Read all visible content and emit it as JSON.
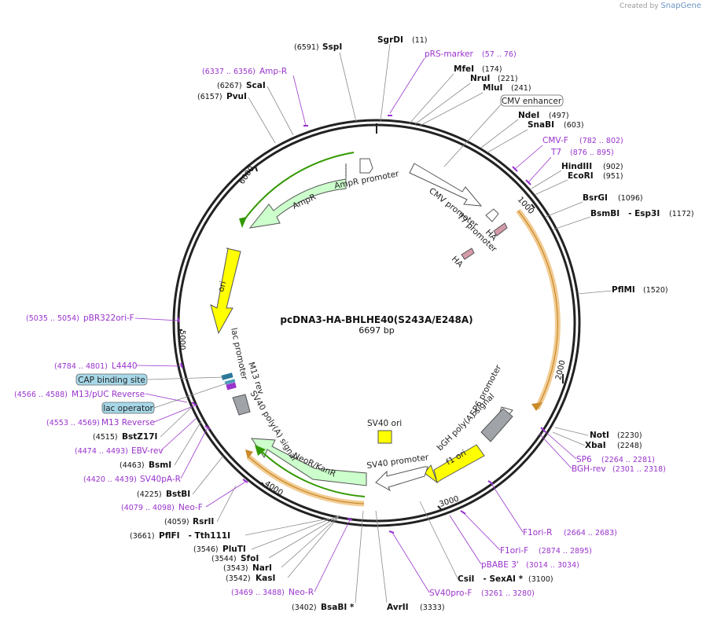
{
  "credit": {
    "prefix": "Created by",
    "brand": "SnapGene"
  },
  "plasmid": {
    "name": "pcDNA3-HA-BHLHE40(S243A/E248A)",
    "length_label": "6697 bp",
    "total_bp": 6697
  },
  "ticks": [
    {
      "bp": 1000,
      "label": "1000"
    },
    {
      "bp": 2000,
      "label": "2000"
    },
    {
      "bp": 3000,
      "label": "3000"
    },
    {
      "bp": 4000,
      "label": "4000"
    },
    {
      "bp": 5000,
      "label": "5000"
    },
    {
      "bp": 6000,
      "label": "6000"
    }
  ],
  "enzymes": [
    {
      "name": "SspI",
      "pos": "(6591)",
      "bp": 6591,
      "side": "left"
    },
    {
      "name": "SgrDI",
      "pos": "(11)",
      "bp": 11,
      "side": "right"
    },
    {
      "name": "MfeI",
      "pos": "(174)",
      "bp": 174,
      "side": "right"
    },
    {
      "name": "NruI",
      "pos": "(221)",
      "bp": 221,
      "side": "right"
    },
    {
      "name": "MluI",
      "pos": "(241)",
      "bp": 241,
      "side": "right"
    },
    {
      "name": "NdeI",
      "pos": "(497)",
      "bp": 497,
      "side": "right"
    },
    {
      "name": "SnaBI",
      "pos": "(603)",
      "bp": 603,
      "side": "right"
    },
    {
      "name": "HindIII",
      "pos": "(902)",
      "bp": 902,
      "side": "right"
    },
    {
      "name": "EcoRI",
      "pos": "(951)",
      "bp": 951,
      "side": "right"
    },
    {
      "name": "BsrGI",
      "pos": "(1096)",
      "bp": 1096,
      "side": "right"
    },
    {
      "name": "BsmBI   - Esp3I",
      "pos": "(1172)",
      "bp": 1172,
      "side": "right"
    },
    {
      "name": "PflMI",
      "pos": "(1520)",
      "bp": 1520,
      "side": "right"
    },
    {
      "name": "NotI",
      "pos": "(2230)",
      "bp": 2230,
      "side": "right"
    },
    {
      "name": "XbaI",
      "pos": "(2248)",
      "bp": 2248,
      "side": "right"
    },
    {
      "name": "CsiI   - SexAI *",
      "pos": "(3100)",
      "bp": 3100,
      "side": "right"
    },
    {
      "name": "AvrII",
      "pos": "(3333)",
      "bp": 3333,
      "side": "right"
    },
    {
      "name": "BsaBI *",
      "pos": "(3402)",
      "bp": 3402,
      "side": "left"
    },
    {
      "name": "KasI",
      "pos": "(3542)",
      "bp": 3542,
      "side": "left"
    },
    {
      "name": "NarI",
      "pos": "(3543)",
      "bp": 3543,
      "side": "left"
    },
    {
      "name": "SfoI",
      "pos": "(3544)",
      "bp": 3544,
      "side": "left"
    },
    {
      "name": "PluTI",
      "pos": "(3546)",
      "bp": 3546,
      "side": "left"
    },
    {
      "name": "PflFI   - Tth111I",
      "pos": "(3661)",
      "bp": 3661,
      "side": "left"
    },
    {
      "name": "RsrII",
      "pos": "(4059)",
      "bp": 4059,
      "side": "left"
    },
    {
      "name": "BstBI",
      "pos": "(4225)",
      "bp": 4225,
      "side": "left"
    },
    {
      "name": "BsmI",
      "pos": "(4463)",
      "bp": 4463,
      "side": "left"
    },
    {
      "name": "BstZ17I",
      "pos": "(4515)",
      "bp": 4515,
      "side": "left"
    },
    {
      "name": "ScaI",
      "pos": "(6267)",
      "bp": 6267,
      "side": "left"
    },
    {
      "name": "PvuI",
      "pos": "(6157)",
      "bp": 6157,
      "side": "left"
    }
  ],
  "primers": [
    {
      "name": "pRS-marker",
      "pos": "(57 .. 76)",
      "bp": 66,
      "side": "right"
    },
    {
      "name": "CMV-F",
      "pos": "(782 .. 802)",
      "bp": 792,
      "side": "right"
    },
    {
      "name": "T7",
      "pos": "(876 .. 895)",
      "bp": 885,
      "side": "right"
    },
    {
      "name": "SP6",
      "pos": "(2264 .. 2281)",
      "bp": 2272,
      "side": "right"
    },
    {
      "name": "BGH-rev",
      "pos": "(2301 .. 2318)",
      "bp": 2309,
      "side": "right"
    },
    {
      "name": "F1ori-R",
      "pos": "(2664 .. 2683)",
      "bp": 2673,
      "side": "right"
    },
    {
      "name": "F1ori-F",
      "pos": "(2874 .. 2895)",
      "bp": 2884,
      "side": "right"
    },
    {
      "name": "pBABE 3'",
      "pos": "(3014 .. 3034)",
      "bp": 3024,
      "side": "right"
    },
    {
      "name": "SV40pro-F",
      "pos": "(3261 .. 3280)",
      "bp": 3270,
      "side": "right"
    },
    {
      "name": "Neo-R",
      "pos": "(3469 .. 3488)",
      "bp": 3478,
      "side": "left"
    },
    {
      "name": "Neo-F",
      "pos": "(4079 .. 4098)",
      "bp": 4088,
      "side": "left"
    },
    {
      "name": "SV40pA-R",
      "pos": "(4420 .. 4439)",
      "bp": 4429,
      "side": "left"
    },
    {
      "name": "EBV-rev",
      "pos": "(4474 .. 4493)",
      "bp": 4483,
      "side": "left"
    },
    {
      "name": "M13 Reverse",
      "pos": "(4553 .. 4569)",
      "bp": 4561,
      "side": "left"
    },
    {
      "name": "M13/pUC Reverse",
      "pos": "(4566 .. 4588)",
      "bp": 4577,
      "side": "left"
    },
    {
      "name": "L4440",
      "pos": "(4784 .. 4801)",
      "bp": 4792,
      "side": "left"
    },
    {
      "name": "pBR322ori-F",
      "pos": "(5035 .. 5054)",
      "bp": 5044,
      "side": "left"
    },
    {
      "name": "Amp-R",
      "pos": "(6337 .. 6356)",
      "bp": 6346,
      "side": "left"
    }
  ],
  "boxed_features": [
    {
      "name": "CMV enhancer"
    },
    {
      "name": "CAP binding site"
    },
    {
      "name": "lac operator"
    }
  ],
  "features": [
    {
      "name": "AmpR promoter"
    },
    {
      "name": "AmpR"
    },
    {
      "name": "ori"
    },
    {
      "name": "CMV promoter"
    },
    {
      "name": "T7 promoter"
    },
    {
      "name": "HA"
    },
    {
      "name": "HA"
    },
    {
      "name": "SP6 promoter"
    },
    {
      "name": "bGH poly(A) signal"
    },
    {
      "name": "f1 ori"
    },
    {
      "name": "SV40 ori"
    },
    {
      "name": "SV40 promoter"
    },
    {
      "name": "NeoR/KanR"
    },
    {
      "name": "SV40 poly(A) signal"
    },
    {
      "name": "lac promoter"
    },
    {
      "name": "M13 rev"
    }
  ],
  "colors": {
    "ori": "#ffff00",
    "ampr": "#ccffcc",
    "orf": "#f5c27a",
    "promoter": "#ffffff",
    "polya": "#a0a4a8",
    "primer": "#9933cc",
    "green_line": "#339900",
    "orange": "#e8a33d"
  }
}
